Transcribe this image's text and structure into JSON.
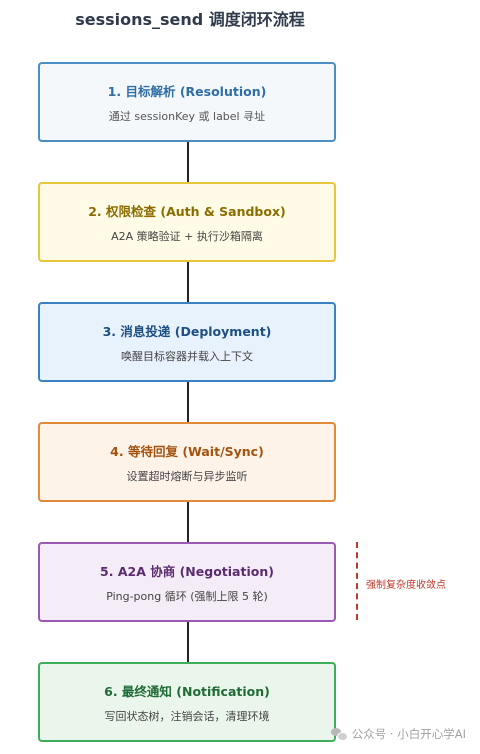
{
  "title": "sessions_send 调度闭环流程",
  "steps": [
    {
      "title": "1. 目标解析 (Resolution)",
      "desc": "通过 sessionKey 或 label 寻址",
      "border": "#4a8fc4",
      "bg": "#f4f8fb",
      "title_color": "#2f6fa6",
      "desc_color": "#555555"
    },
    {
      "title": "2. 权限检查 (Auth & Sandbox)",
      "desc": "A2A 策略验证 + 执行沙箱隔离",
      "border": "#e8c53a",
      "bg": "#fffbe6",
      "title_color": "#8a6d00",
      "desc_color": "#444444"
    },
    {
      "title": "3. 消息投递 (Deployment)",
      "desc": "唤醒目标容器并载入上下文",
      "border": "#3a82c4",
      "bg": "#e8f2fc",
      "title_color": "#1e4f82",
      "desc_color": "#444444"
    },
    {
      "title": "4. 等待回复 (Wait/Sync)",
      "desc": "设置超时熔断与异步监听",
      "border": "#e08a3a",
      "bg": "#fdf3e9",
      "title_color": "#a4520f",
      "desc_color": "#444444"
    },
    {
      "title": "5. A2A 协商 (Negotiation)",
      "desc": "Ping-pong 循环 (强制上限 5 轮)",
      "border": "#9b59b6",
      "bg": "#f4ecf7",
      "title_color": "#5b2c6f",
      "desc_color": "#444444"
    },
    {
      "title": "6. 最终通知 (Notification)",
      "desc": "写回状态树，注销会话，清理环境",
      "border": "#3fae5a",
      "bg": "#eaf6ec",
      "title_color": "#1e6b35",
      "desc_color": "#444444"
    }
  ],
  "annotation": {
    "text": "强制复杂度收敛点",
    "color": "#c0392b"
  },
  "watermark": {
    "text": "公众号 · 小白开心学AI",
    "icon": "wechat-icon"
  }
}
